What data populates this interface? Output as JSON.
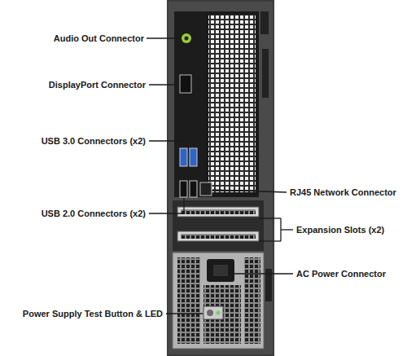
{
  "diagram": {
    "labels": [
      "Audio Out Connector",
      "DisplayPort Connector",
      "USB 3.0 Connectors (x2)",
      "USB 2.0 Connectors (x2)",
      "RJ45 Network Connector",
      "Expansion Slots (x2)",
      "AC Power Connector",
      "Power Supply Test Button & LED"
    ]
  }
}
